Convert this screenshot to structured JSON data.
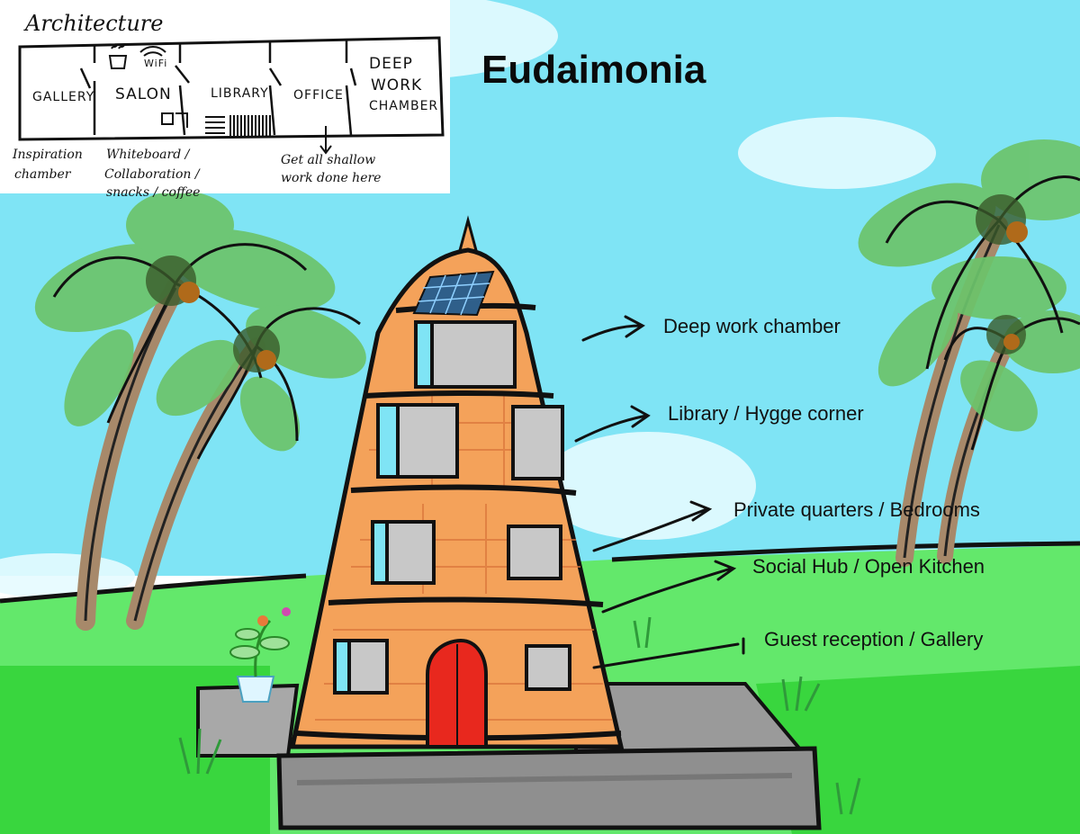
{
  "title": "Eudaimonia",
  "architecture": {
    "heading": "Architecture",
    "rooms": [
      {
        "label": "GALLERY"
      },
      {
        "label": "SALON"
      },
      {
        "label": "LIBRARY"
      },
      {
        "label": "OFFICE"
      },
      {
        "label": "DEEP",
        "label2": "WORK",
        "label3": "CHAMBER"
      }
    ],
    "wifi_label": "WiFi",
    "notes": {
      "inspiration": [
        "Inspiration",
        "chamber"
      ],
      "whiteboard": [
        "Whiteboard /",
        "Collaboration /",
        "snacks / coffee"
      ],
      "shallow": [
        "Get all shallow",
        "work done here"
      ]
    }
  },
  "callouts": [
    {
      "text": "Deep work chamber"
    },
    {
      "text": "Library / Hygge corner"
    },
    {
      "text": "Private quarters / Bedrooms"
    },
    {
      "text": "Social Hub / Open Kitchen"
    },
    {
      "text": "Guest reception / Gallery"
    }
  ],
  "colors": {
    "sky": "#7fe4f5",
    "grass": "#3fd94a",
    "tower": "#f4a25a",
    "door": "#e8281e",
    "ground": "#9a9a9a",
    "palm_leaf": "#6cc46b",
    "trunk": "#a7896a"
  }
}
